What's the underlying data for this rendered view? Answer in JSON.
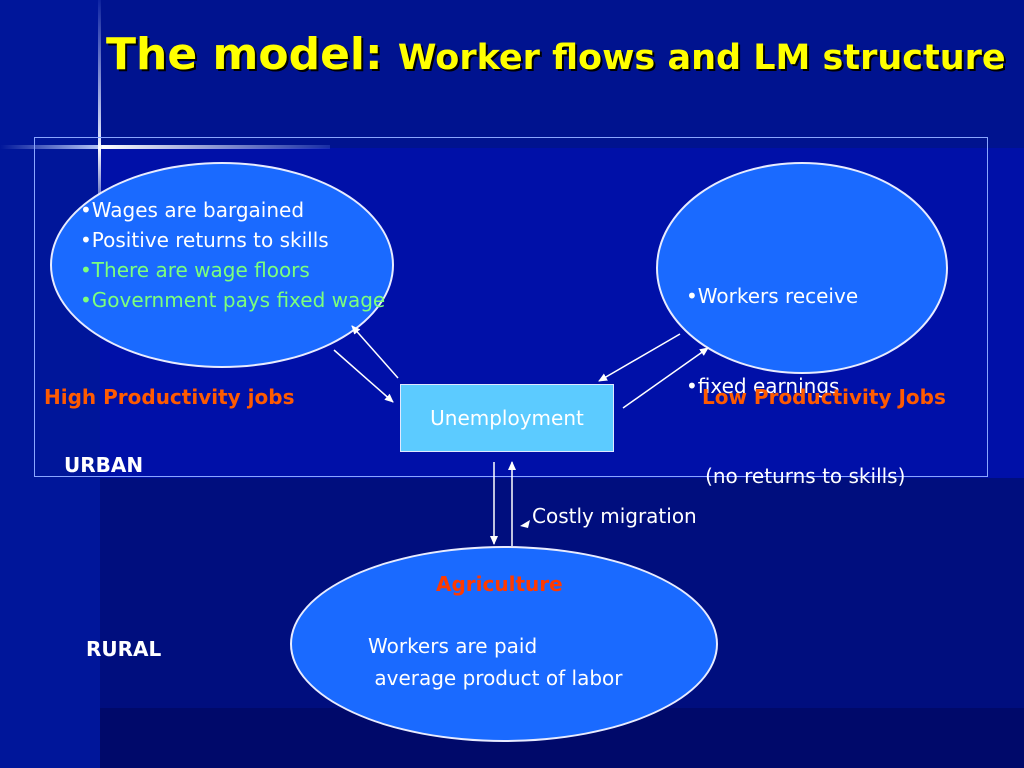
{
  "title": {
    "main": "The model: ",
    "sub": "Worker flows and LM structure"
  },
  "high_ellipse": {
    "bullets": [
      {
        "text": "•Wages are bargained",
        "color": "#ffffff"
      },
      {
        "text": "•Positive returns to skills",
        "color": "#ffffff"
      },
      {
        "text": "•There are wage floors",
        "color": "#7cff7c"
      },
      {
        "text": "•Government pays fixed wage",
        "color": "#7cff7c"
      }
    ]
  },
  "low_ellipse": {
    "lines": [
      "•Workers receive",
      "•fixed earnings",
      "   (no returns to skills)"
    ]
  },
  "labels": {
    "high_productivity": "High Productivity jobs",
    "low_productivity": "Low Productivity Jobs",
    "urban": "URBAN",
    "rural": "RURAL",
    "unemployment": "Unemployment",
    "costly_migration": "Costly migration",
    "agriculture": "Agriculture",
    "agri_line1": "Workers are paid",
    "agri_line2": " average product of labor"
  },
  "colors": {
    "title": "#ffff00",
    "label_orange": "#ff5a00",
    "agriculture": "#ff3a00",
    "ellipse_fill": "#1a6aff",
    "unemployment_fill": "#5ccbff"
  }
}
